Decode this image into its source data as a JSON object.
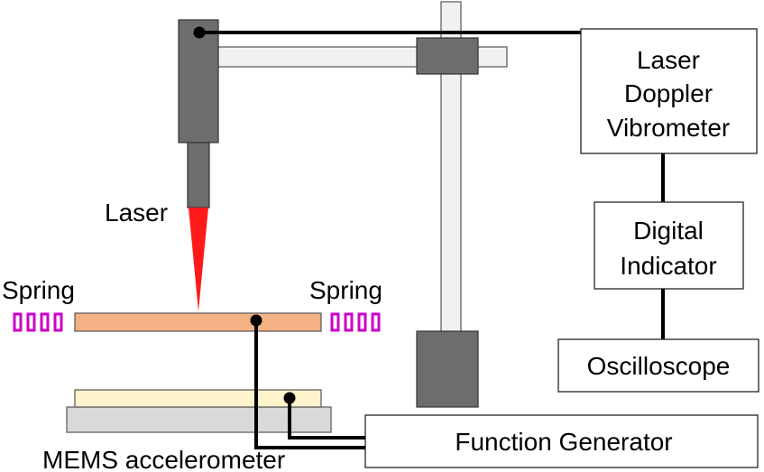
{
  "labels": {
    "laser": "Laser",
    "spring_left": "Spring",
    "spring_right": "Spring",
    "mems": "MEMS accelerometer"
  },
  "boxes": {
    "ldv_line1": "Laser",
    "ldv_line2": "Doppler",
    "ldv_line3": "Vibrometer",
    "indicator_line1": "Digital",
    "indicator_line2": "Indicator",
    "oscilloscope": "Oscilloscope",
    "function_generator": "Function Generator"
  },
  "colors": {
    "head_gray": "#6d6d6d",
    "rail_gray": "#f1f1f1",
    "laser_red": "#ff1a1a",
    "plate_orange": "#f4b183",
    "plate_cream": "#fff3cc",
    "base_gray": "#d9d9d9",
    "spring_magenta": "#cc00cc"
  }
}
